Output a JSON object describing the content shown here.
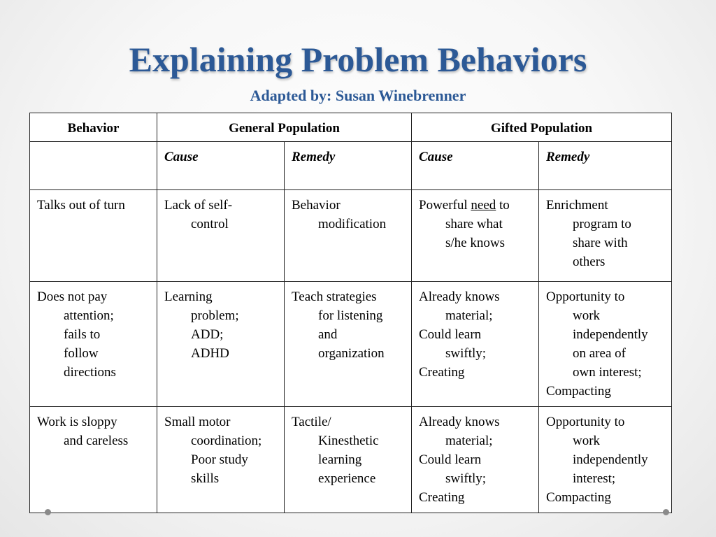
{
  "title": "Explaining Problem Behaviors",
  "subtitle": "Adapted by: Susan Winebrenner",
  "table": {
    "header": {
      "behavior": "Behavior",
      "general": "General Population",
      "gifted": "Gifted Population"
    },
    "subheader": {
      "general_cause": "Cause",
      "general_remedy": "Remedy",
      "gifted_cause": "Cause",
      "gifted_remedy": "Remedy"
    },
    "rows": [
      {
        "behavior": [
          "Talks out of turn"
        ],
        "general_cause": [
          "Lack of self-",
          "control"
        ],
        "general_remedy": [
          "Behavior",
          "modification"
        ],
        "gifted_cause": [
          "Powerful ",
          "need",
          " to",
          "share what",
          "s/he knows"
        ],
        "gifted_remedy": [
          "Enrichment",
          "program to",
          "share with",
          "others"
        ]
      },
      {
        "behavior": [
          "Does not pay",
          "attention;",
          "fails to",
          "follow",
          "directions"
        ],
        "general_cause": [
          "Learning",
          "problem;",
          "ADD;",
          "ADHD"
        ],
        "general_remedy": [
          "Teach strategies",
          "for listening",
          "and",
          "organization"
        ],
        "gifted_cause": [
          "Already knows",
          "material;",
          "Could learn",
          "swiftly;",
          "Creating"
        ],
        "gifted_remedy": [
          "Opportunity to",
          "work",
          "independently",
          "on area of",
          "own interest;",
          "Compacting"
        ]
      },
      {
        "behavior": [
          "Work is sloppy",
          "and careless"
        ],
        "general_cause": [
          "Small motor",
          "coordination;",
          "Poor study",
          "skills"
        ],
        "general_remedy": [
          "Tactile/",
          "Kinesthetic",
          "learning",
          "experience"
        ],
        "gifted_cause": [
          "Already knows",
          "material;",
          "Could learn",
          "swiftly;",
          "Creating"
        ],
        "gifted_remedy": [
          "Opportunity to",
          "work",
          "independently",
          "interest;",
          "Compacting"
        ]
      }
    ]
  },
  "colors": {
    "title": "#2c5996",
    "border": "#222222",
    "dot": "#8a8a8a"
  }
}
